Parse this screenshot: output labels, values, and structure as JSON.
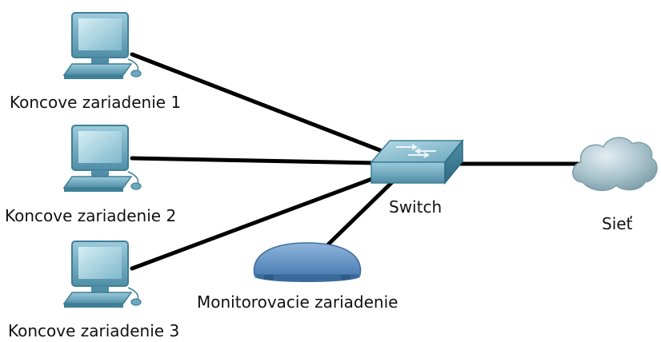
{
  "nodes": {
    "pc1": {
      "label": "Koncove zariadenie 1",
      "icon": "desktop-computer-icon"
    },
    "pc2": {
      "label": "Koncove zariadenie 2",
      "icon": "desktop-computer-icon"
    },
    "pc3": {
      "label": "Koncove zariadenie 3",
      "icon": "desktop-computer-icon"
    },
    "switch": {
      "label": "Switch",
      "icon": "network-switch-icon"
    },
    "network": {
      "label": "Sieť",
      "icon": "cloud-icon"
    },
    "monitor": {
      "label": "Monitorovacie zariadenie",
      "icon": "monitoring-device-icon"
    }
  },
  "links": [
    {
      "from": "Koncove zariadenie 1",
      "to": "Switch"
    },
    {
      "from": "Koncove zariadenie 2",
      "to": "Switch"
    },
    {
      "from": "Koncove zariadenie 3",
      "to": "Switch"
    },
    {
      "from": "Monitorovacie zariadenie",
      "to": "Switch"
    },
    {
      "from": "Switch",
      "to": "Sieť"
    }
  ],
  "colors": {
    "link": "#000000",
    "device_body": "#6fa9bf",
    "device_dark": "#3f7f96",
    "device_light": "#a8d3e0",
    "cloud": "#a9c3cd",
    "monitor_device": "#6b97c8"
  }
}
